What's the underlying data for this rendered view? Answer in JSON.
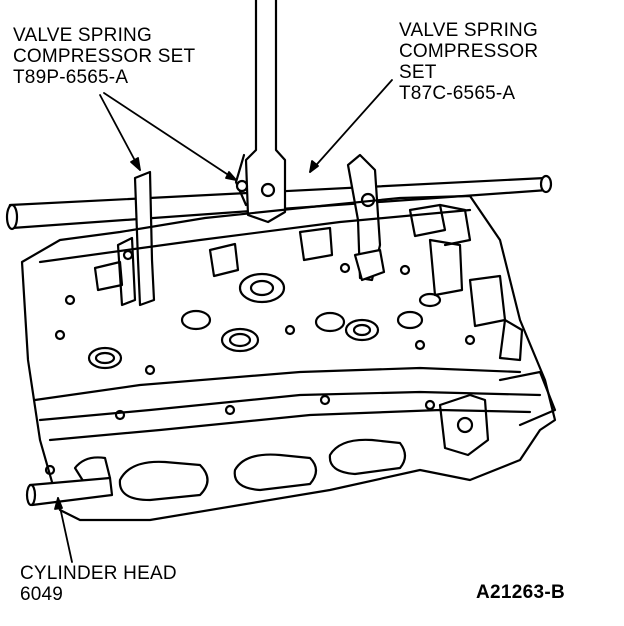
{
  "labels": {
    "left_tool": [
      "VALVE SPRING",
      "COMPRESSOR SET",
      "T89P-6565-A"
    ],
    "right_tool": [
      "VALVE SPRING",
      "COMPRESSOR",
      "SET",
      "T87C-6565-A"
    ],
    "cylinder_head": [
      "CYLINDER HEAD",
      "6049"
    ],
    "figure_id": "A21263-B"
  },
  "colors": {
    "ink": "#000000",
    "paper": "#ffffff"
  }
}
